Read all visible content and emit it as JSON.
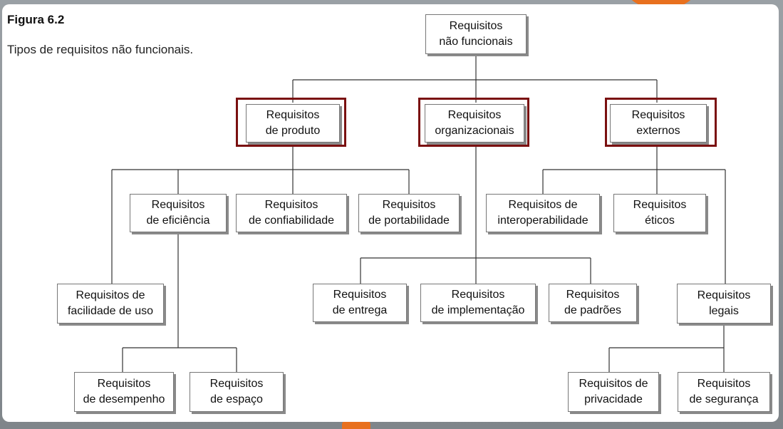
{
  "figure": {
    "title": "Figura 6.2",
    "caption": "Tipos de requisitos não funcionais."
  },
  "nodes": {
    "root": "Requisitos\nnão funcionais",
    "produto": "Requisitos\nde produto",
    "organizacionais": "Requisitos\norganizacionais",
    "externos": "Requisitos\nexternos",
    "eficiencia": "Requisitos\nde eficiência",
    "confiabilidade": "Requisitos\nde confiabilidade",
    "portabilidade": "Requisitos\nde portabilidade",
    "interoperabilidade": "Requisitos de\ninteroperabilidade",
    "eticos": "Requisitos\néticos",
    "facilidade": "Requisitos de\nfacilidade de uso",
    "entrega": "Requisitos\nde entrega",
    "implementacao": "Requisitos\nde implementação",
    "padroes": "Requisitos\nde padrões",
    "legais": "Requisitos\nlegais",
    "desempenho": "Requisitos\nde desempenho",
    "espaco": "Requisitos\nde espaço",
    "privacidade": "Requisitos de\nprivacidade",
    "seguranca": "Requisitos\nde segurança"
  },
  "colors": {
    "highlight": "#7a1010",
    "accent": "#e8701e"
  }
}
